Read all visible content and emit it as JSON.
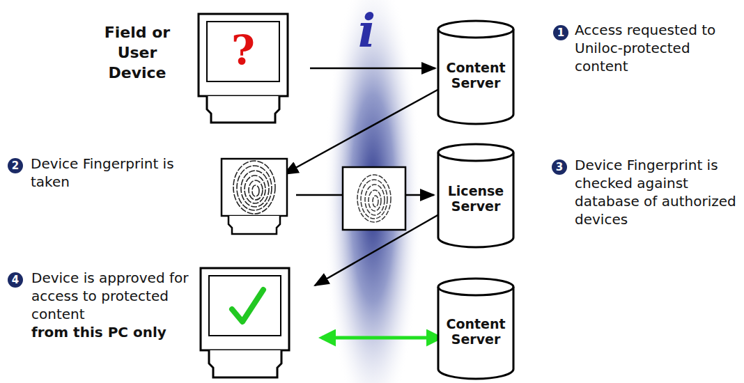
{
  "diagram": {
    "nodes": [
      {
        "text": [
          "Field or User Device",
          "?"
        ]
      },
      {
        "text": [
          "Content Server"
        ]
      },
      {
        "text": [
          "License Server"
        ]
      },
      {
        "text": [
          "Content Server"
        ]
      }
    ],
    "edges": [
      {
        "from": 0,
        "to": 1,
        "arrow": "to"
      }
    ],
    "labels": [
      "i",
      "1",
      "Access requested to Uniloc-protected content",
      "2",
      "Device Fingerprint is taken",
      "3",
      "Device Fingerprint is checked against database of authorized devices",
      "4",
      "Device is approved for access to protected content",
      "from this PC only"
    ]
  }
}
